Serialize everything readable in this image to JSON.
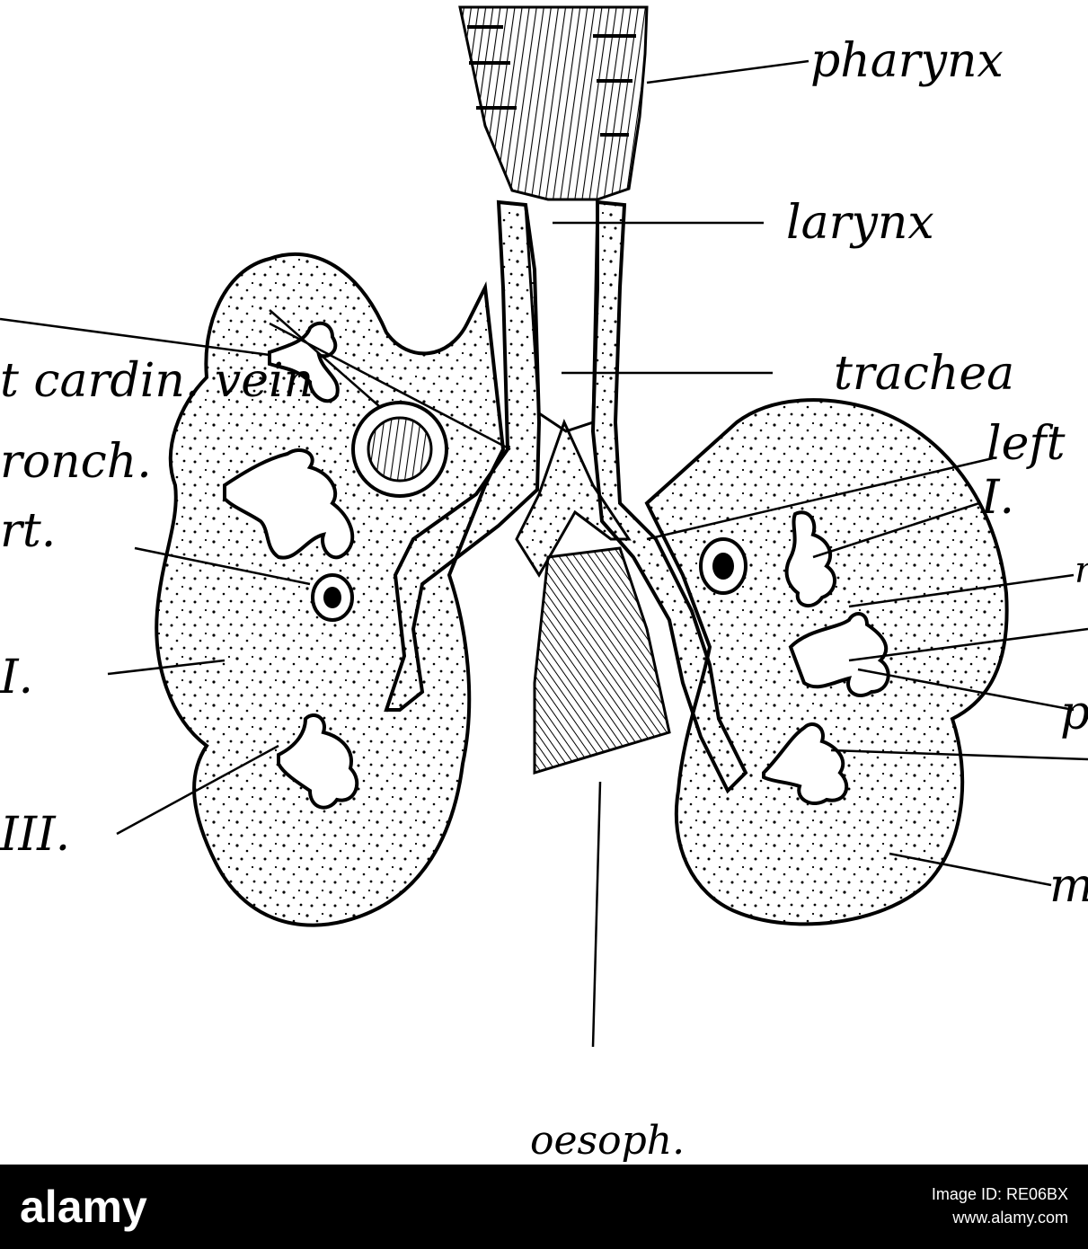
{
  "labels": {
    "pharynx": "pharynx",
    "larynx": "larynx",
    "trachea": "trachea",
    "left": "left",
    "cardin_vein": "t cardin. vein",
    "bronch": "ronch.",
    "rt": "rt.",
    "roman_I_right": "I.",
    "roman_III": "III.",
    "roman_I_left": "I.",
    "partial_p": "p",
    "partial_r": "r",
    "partial_m": "m",
    "oesoph": "oesoph."
  },
  "footer": {
    "brand": "alamy",
    "image_id_line": "Image ID: RE06BX",
    "site": "www.alamy.com"
  },
  "colors": {
    "ink": "#000000",
    "paper": "#ffffff",
    "footer_bg": "#000000"
  }
}
